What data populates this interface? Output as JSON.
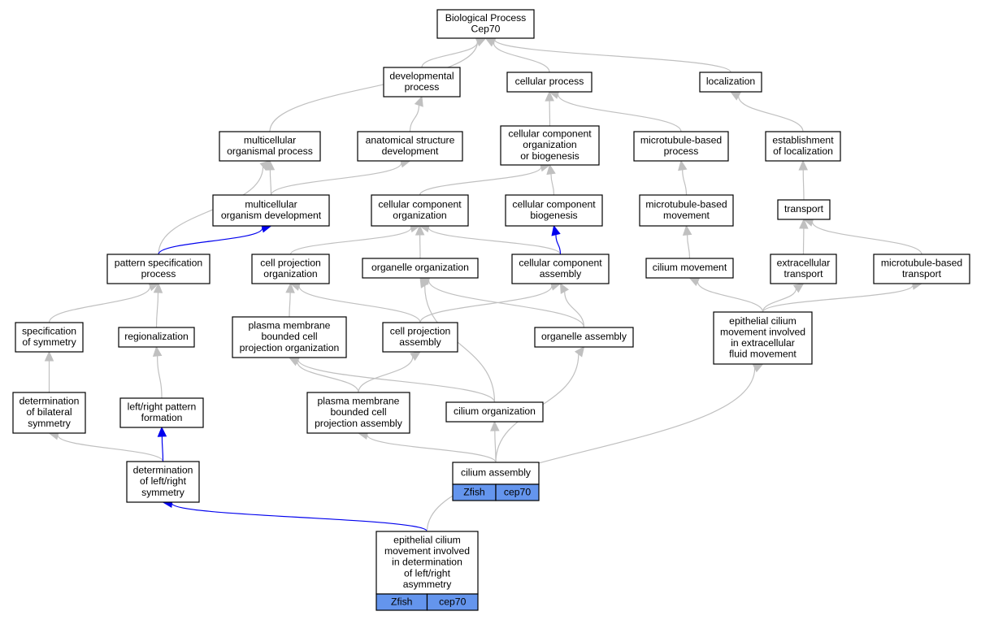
{
  "colors": {
    "edge": "#c0c0c0",
    "highlight_edge": "#0000ee",
    "badge_fill": "#6495ed",
    "node_border": "#000000"
  },
  "nodes": [
    {
      "id": "bp",
      "label": "Biological Process\nCep70"
    },
    {
      "id": "devproc",
      "label": "developmental\nprocess"
    },
    {
      "id": "cellproc",
      "label": "cellular process"
    },
    {
      "id": "loc",
      "label": "localization"
    },
    {
      "id": "mcproc",
      "label": "multicellular\norganismal process"
    },
    {
      "id": "anatdev",
      "label": "anatomical structure\ndevelopment"
    },
    {
      "id": "ccob",
      "label": "cellular component\norganization\nor biogenesis"
    },
    {
      "id": "mtbproc",
      "label": "microtubule-based\nprocess"
    },
    {
      "id": "estloc",
      "label": "establishment\nof localization"
    },
    {
      "id": "mcdev",
      "label": "multicellular\norganism development"
    },
    {
      "id": "ccorg",
      "label": "cellular component\norganization"
    },
    {
      "id": "ccbio",
      "label": "cellular component\nbiogenesis"
    },
    {
      "id": "mtbmove",
      "label": "microtubule-based\nmovement"
    },
    {
      "id": "transport",
      "label": "transport"
    },
    {
      "id": "patspec",
      "label": "pattern specification\nprocess"
    },
    {
      "id": "cpo",
      "label": "cell projection\norganization"
    },
    {
      "id": "orgorg",
      "label": "organelle organization"
    },
    {
      "id": "ccasm",
      "label": "cellular component\nassembly"
    },
    {
      "id": "cilmove",
      "label": "cilium movement"
    },
    {
      "id": "extrans",
      "label": "extracellular\ntransport"
    },
    {
      "id": "mtbtrans",
      "label": "microtubule-based\ntransport"
    },
    {
      "id": "specsym",
      "label": "specification\nof symmetry"
    },
    {
      "id": "region",
      "label": "regionalization"
    },
    {
      "id": "pmbcpo",
      "label": "plasma membrane\nbounded cell\nprojection organization"
    },
    {
      "id": "cpasm",
      "label": "cell projection\nassembly"
    },
    {
      "id": "orgasm",
      "label": "organelle assembly"
    },
    {
      "id": "ecmextra",
      "label": "epithelial cilium\nmovement involved\nin extracellular\nfluid movement"
    },
    {
      "id": "detbil",
      "label": "determination\nof bilateral\nsymmetry"
    },
    {
      "id": "lrpat",
      "label": "left/right pattern\nformation"
    },
    {
      "id": "pmbcpa",
      "label": "plasma membrane\nbounded cell\nprojection assembly"
    },
    {
      "id": "cilorg",
      "label": "cilium organization"
    },
    {
      "id": "detlr",
      "label": "determination\nof left/right\nsymmetry"
    },
    {
      "id": "cilasm",
      "label": "cilium assembly",
      "badges": [
        "Zfish",
        "cep70"
      ]
    },
    {
      "id": "ecmlr",
      "label": "epithelial cilium\nmovement involved\nin determination\nof left/right\nasymmetry",
      "badges": [
        "Zfish",
        "cep70"
      ]
    }
  ],
  "edges": [
    {
      "from": "mcproc",
      "to": "bp"
    },
    {
      "from": "devproc",
      "to": "bp"
    },
    {
      "from": "cellproc",
      "to": "bp"
    },
    {
      "from": "loc",
      "to": "bp"
    },
    {
      "from": "anatdev",
      "to": "devproc"
    },
    {
      "from": "ccob",
      "to": "cellproc"
    },
    {
      "from": "mtbproc",
      "to": "cellproc"
    },
    {
      "from": "estloc",
      "to": "loc"
    },
    {
      "from": "mcdev",
      "to": "mcproc"
    },
    {
      "from": "mcdev",
      "to": "anatdev"
    },
    {
      "from": "ccorg",
      "to": "ccob"
    },
    {
      "from": "ccbio",
      "to": "ccob"
    },
    {
      "from": "mtbmove",
      "to": "mtbproc"
    },
    {
      "from": "transport",
      "to": "estloc"
    },
    {
      "from": "patspec",
      "to": "mcproc"
    },
    {
      "from": "patspec",
      "to": "mcdev",
      "highlight": true
    },
    {
      "from": "cpo",
      "to": "ccorg"
    },
    {
      "from": "orgorg",
      "to": "ccorg"
    },
    {
      "from": "ccasm",
      "to": "ccorg"
    },
    {
      "from": "ccasm",
      "to": "ccbio",
      "highlight": true
    },
    {
      "from": "cilmove",
      "to": "mtbmove"
    },
    {
      "from": "extrans",
      "to": "transport"
    },
    {
      "from": "mtbtrans",
      "to": "transport"
    },
    {
      "from": "specsym",
      "to": "patspec"
    },
    {
      "from": "region",
      "to": "patspec"
    },
    {
      "from": "pmbcpo",
      "to": "cpo"
    },
    {
      "from": "cpasm",
      "to": "cpo"
    },
    {
      "from": "cpasm",
      "to": "ccasm"
    },
    {
      "from": "orgasm",
      "to": "orgorg"
    },
    {
      "from": "orgasm",
      "to": "ccasm"
    },
    {
      "from": "ecmextra",
      "to": "cilmove"
    },
    {
      "from": "ecmextra",
      "to": "extrans"
    },
    {
      "from": "ecmextra",
      "to": "mtbtrans"
    },
    {
      "from": "detbil",
      "to": "specsym"
    },
    {
      "from": "lrpat",
      "to": "region"
    },
    {
      "from": "pmbcpa",
      "to": "pmbcpo"
    },
    {
      "from": "pmbcpa",
      "to": "cpasm"
    },
    {
      "from": "cilorg",
      "to": "pmbcpo"
    },
    {
      "from": "cilorg",
      "to": "orgorg"
    },
    {
      "from": "detlr",
      "to": "detbil"
    },
    {
      "from": "detlr",
      "to": "lrpat",
      "highlight": true
    },
    {
      "from": "cilasm",
      "to": "pmbcpa"
    },
    {
      "from": "cilasm",
      "to": "cilorg"
    },
    {
      "from": "cilasm",
      "to": "orgasm"
    },
    {
      "from": "ecmlr",
      "to": "detlr",
      "highlight": true
    },
    {
      "from": "ecmlr",
      "to": "ecmextra"
    }
  ]
}
